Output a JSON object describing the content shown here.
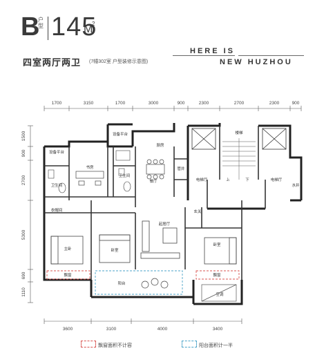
{
  "header": {
    "type_letter": "B",
    "type_label": "户型",
    "area_number": "145",
    "area_unit": "M",
    "area_sup": "2",
    "subtitle": "四室两厅两卫",
    "note": "(7幢302室 户型装修示意图)",
    "brand_line1": "HERE IS",
    "brand_line2": "NEW HUZHOU"
  },
  "dimensions": {
    "top": [
      "1700",
      "3150",
      "1700",
      "3000",
      "900",
      "2300",
      "2700",
      "2300",
      "900"
    ],
    "bottom": [
      "3600",
      "3100",
      "4000",
      "3400"
    ],
    "left": [
      "1500",
      "900",
      "2700",
      "5300",
      "690",
      "1110"
    ]
  },
  "rooms": {
    "equipment_platform_left": "设备平台",
    "equipment_platform_top": "设备平台",
    "study": "书房",
    "bath_left": "卫生间",
    "bath_center": "卫生间",
    "kitchen": "厨房",
    "dining": "餐厅",
    "stairwell": "楼梯",
    "elevator_hall_left": "电梯厅",
    "elevator_hall_right": "电梯厅",
    "shaft_left": "管井",
    "shaft_right": "水井",
    "wardrobe": "衣帽间",
    "entrance": "玄关",
    "living": "起居厅",
    "master_bedroom": "主卧",
    "bedroom_mid": "卧室",
    "bedroom_right": "卧室",
    "bay_left": "飘窗",
    "bay_right": "飘窗",
    "balcony": "阳台",
    "ac_unit": "空调",
    "elevator_right_label": "电梯厅",
    "up": "上",
    "down": "下"
  },
  "legend": {
    "bay_window_note": "飘窗面积不计容",
    "balcony_note": "阳台面积计一半",
    "bay_color": "#d9534f",
    "balcony_color": "#4aa3c8"
  }
}
